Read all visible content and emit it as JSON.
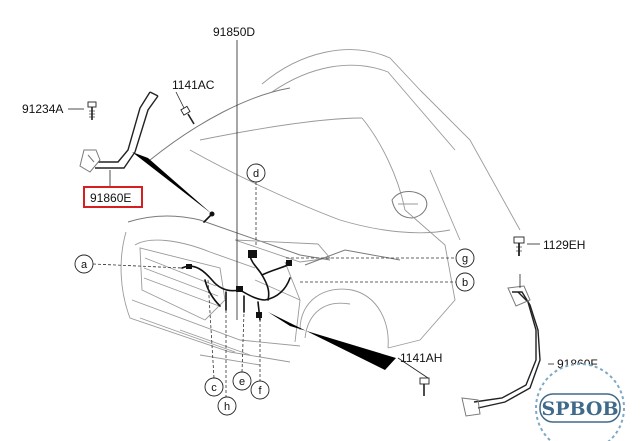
{
  "parts": {
    "p91850D": "91850D",
    "p91234A": "91234A",
    "p1141AC": "1141AC",
    "p91860E": "91860E",
    "p1129EH": "1129EH",
    "p1141AH": "1141AH",
    "p91860F": "91860F"
  },
  "callouts": {
    "a": "a",
    "b": "b",
    "c": "c",
    "d": "d",
    "e": "e",
    "f": "f",
    "g": "g",
    "h": "h"
  },
  "highlight_color": "#d42020",
  "watermark": {
    "text": "SPBOB",
    "color": "#3f6a8a"
  }
}
